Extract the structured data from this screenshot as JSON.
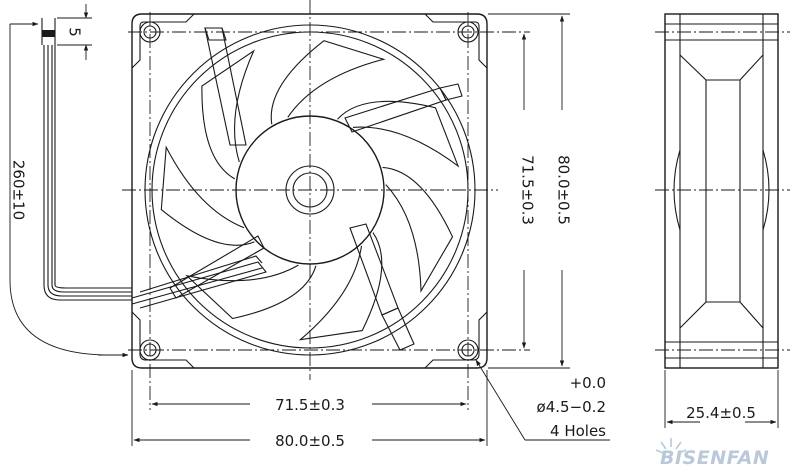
{
  "dimensions": {
    "lead_length": "260±10",
    "strip": "5",
    "hole_pitch_v": "71.5±0.3",
    "frame_v": "80.0±0.5",
    "hole_pitch_h": "71.5±0.3",
    "frame_h": "80.0±0.5",
    "thickness": "25.4±0.5",
    "hole_tol_upper": "+0.0",
    "hole_diameter": "ø4.5−0.2",
    "hole_count": "4 Holes"
  },
  "brand": {
    "name": "BISENFAN",
    "color": "#b9c9d9"
  },
  "colors": {
    "line": "#1a1a1a",
    "background": "#ffffff"
  }
}
